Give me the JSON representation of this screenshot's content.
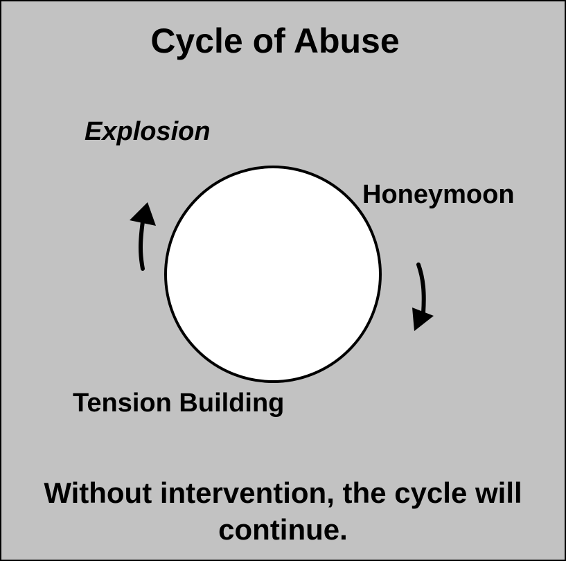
{
  "diagram": {
    "title": "Cycle of Abuse",
    "stages": {
      "explosion": "Explosion",
      "honeymoon": "Honeymoon",
      "tension_building": "Tension Building"
    },
    "footer": "Without intervention, the cycle will continue.",
    "colors": {
      "background": "#c2c2c2",
      "circle_fill": "#ffffff",
      "stroke": "#000000"
    },
    "icons": [
      "arrow-up-icon",
      "arrow-down-icon"
    ]
  }
}
